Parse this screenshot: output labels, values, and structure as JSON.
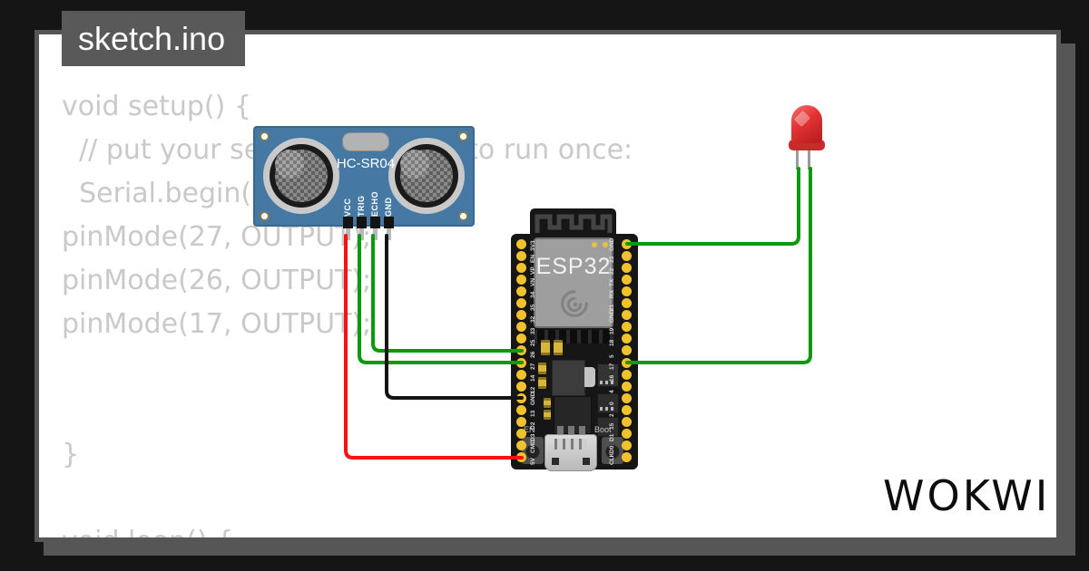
{
  "title_tab": {
    "label": "sketch.ino"
  },
  "logo": {
    "text": "WOKWI"
  },
  "code": {
    "lines": [
      "void setup() {",
      "  // put your setup code here, to run once:",
      "  Serial.begin(115200);",
      "pinMode(27, OUTPUT);",
      "pinMode(26, OUTPUT);",
      "pinMode(17, OUTPUT);",
      "",
      "",
      "}",
      "",
      "void loop() {"
    ]
  },
  "hcsr04": {
    "label": "HC-SR04",
    "pins": [
      "VCC",
      "TRIG",
      "ECHO",
      "GND"
    ],
    "board_color": "#4579a4"
  },
  "esp32": {
    "label": "ESP32",
    "en_label": "EN",
    "boot_label": "Boot",
    "left_pins": [
      "3V3",
      "EN",
      "VP",
      "VN",
      "34",
      "35",
      "32",
      "33",
      "25",
      "26",
      "27",
      "14",
      "12",
      "GND",
      "13",
      "D2",
      "D3",
      "CMD",
      "5V"
    ],
    "right_pins": [
      "GND",
      "23",
      "22",
      "TX",
      "RX",
      "21",
      "GND",
      "19",
      "18",
      "5",
      "17",
      "16",
      "4",
      "0",
      "2",
      "15",
      "D1",
      "D0",
      "CLK"
    ],
    "pin_color": "#f2c22e"
  },
  "led": {
    "color": "#e23232"
  },
  "wires": {
    "red": "#ff1010",
    "green": "#0c9a0c",
    "black": "#141414"
  },
  "connections": [
    "HC-SR04 VCC -> ESP32 5V (red)",
    "HC-SR04 TRIG -> ESP32 27 (green)",
    "HC-SR04 ECHO -> ESP32 26 (green)",
    "HC-SR04 GND -> ESP32 GND (black)",
    "LED cathode -> ESP32 GND (green)",
    "LED anode -> ESP32 17 (green)"
  ]
}
